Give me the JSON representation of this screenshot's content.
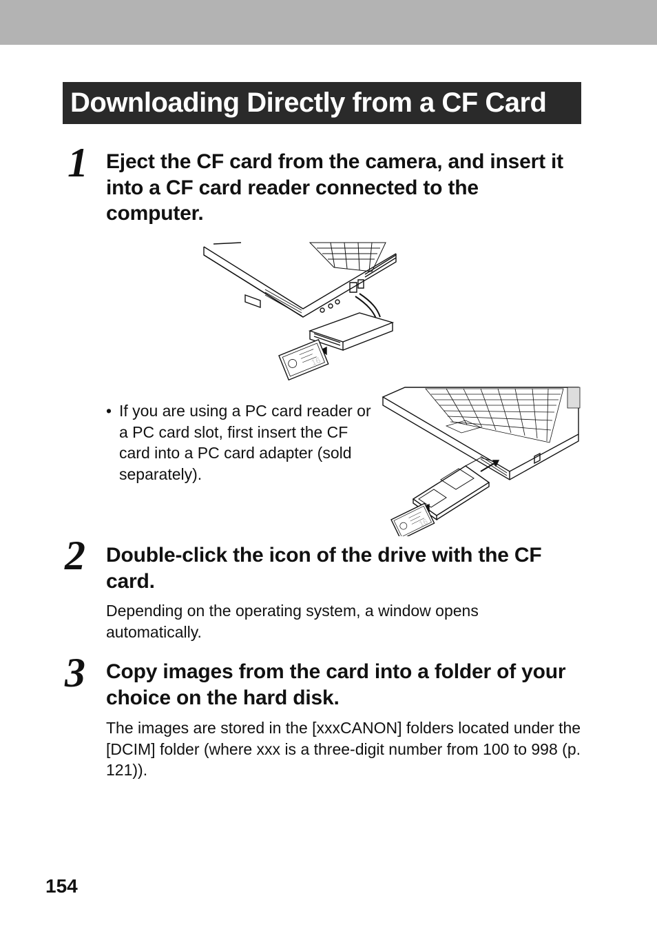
{
  "page": {
    "title": "Downloading Directly from a CF Card",
    "page_number": "154"
  },
  "steps": [
    {
      "number": "1",
      "heading": "Eject the CF card from the camera, and insert it into a CF card reader connected to the computer.",
      "note_bullet": "•",
      "note": "If you are using a PC card reader or a PC card slot, first insert the CF card into a PC card adapter (sold separately)."
    },
    {
      "number": "2",
      "heading": "Double-click the icon of the drive with the CF card.",
      "body": "Depending on the operating system, a window opens automatically."
    },
    {
      "number": "3",
      "heading": "Copy images from the card into a folder of your choice on the hard disk.",
      "body": "The images are stored in the [xxxCANON] folders located under the [DCIM] folder (where xxx is a three-digit number from 100 to 998 (p. 121))."
    }
  ],
  "colors": {
    "top_band": "#b3b3b3",
    "title_bar": "#2a2a2a",
    "text": "#111111"
  },
  "illustrations": [
    {
      "name": "laptop-with-cf-card-reader-illustration"
    },
    {
      "name": "laptop-with-pc-card-adapter-illustration"
    }
  ]
}
